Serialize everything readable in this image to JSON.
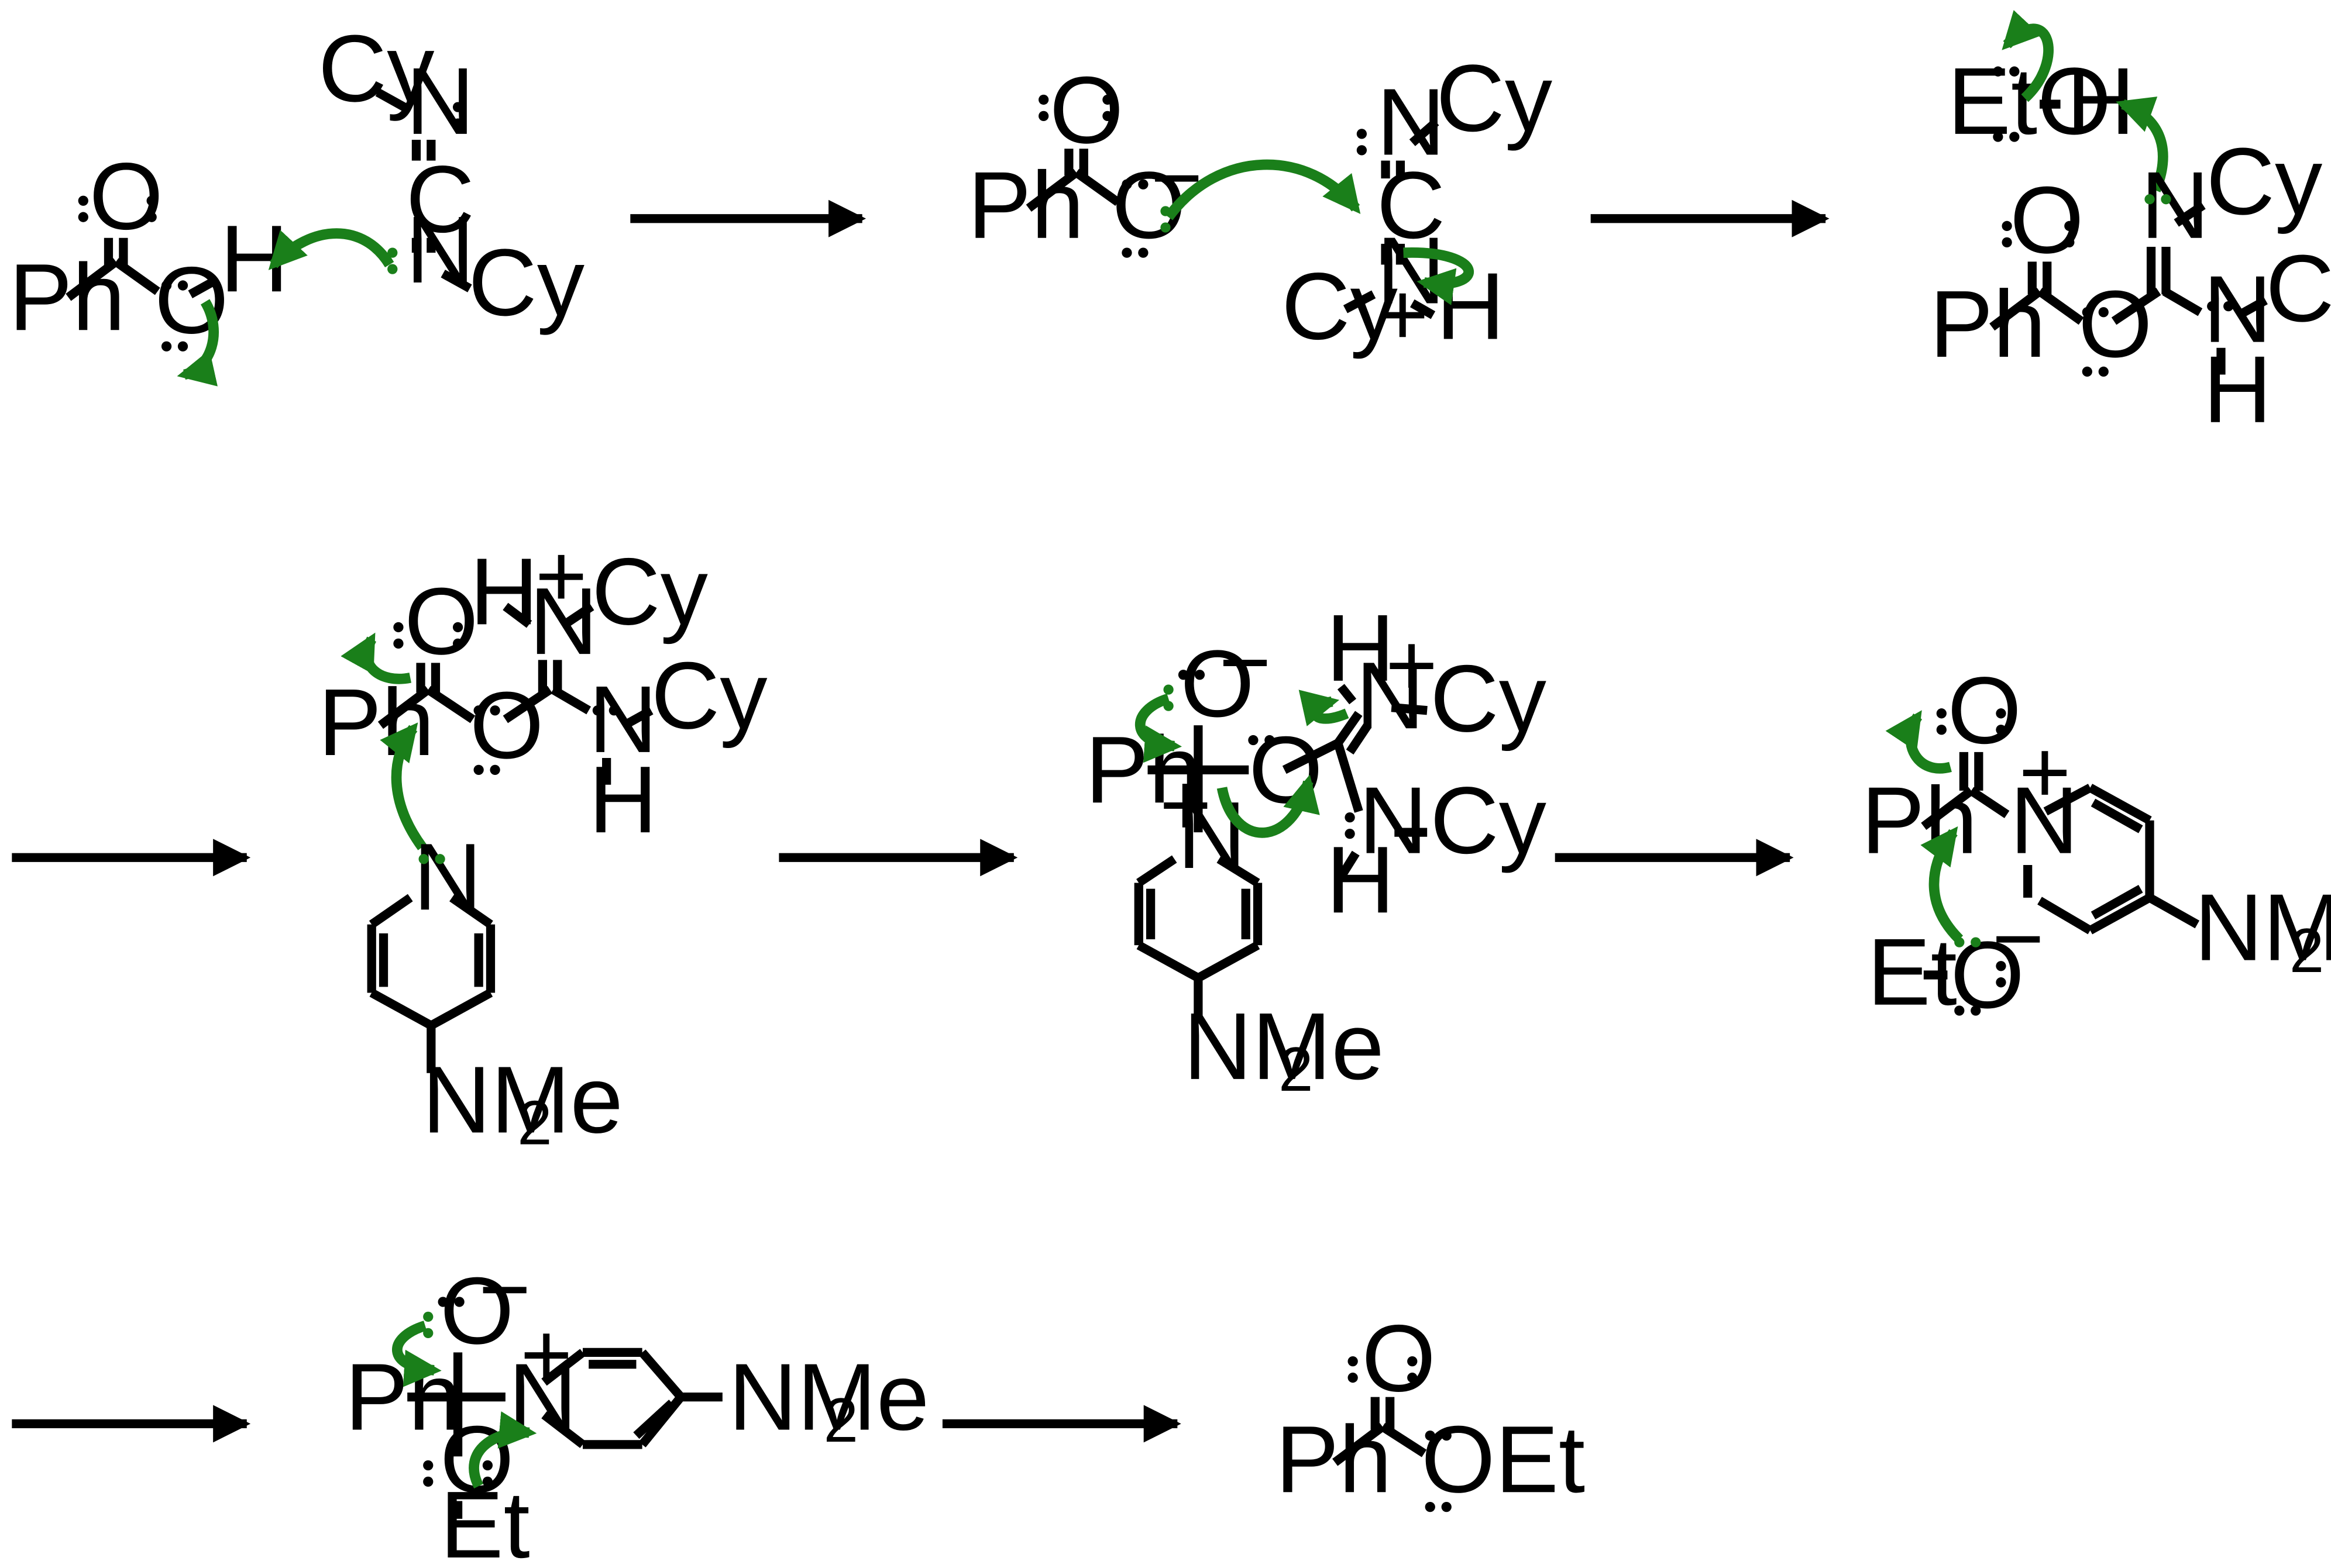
{
  "labels": {
    "ph": "Ph",
    "cy": "Cy",
    "n": "N",
    "c": "C",
    "o": "O",
    "h": "H",
    "eto": "EtO",
    "oet": "OEt",
    "et": "Et",
    "nme": "NMe",
    "two": "2",
    "plus": "+",
    "minus": "−"
  },
  "colors": {
    "ink": "#000000",
    "arrow": "#1a7f1a"
  }
}
